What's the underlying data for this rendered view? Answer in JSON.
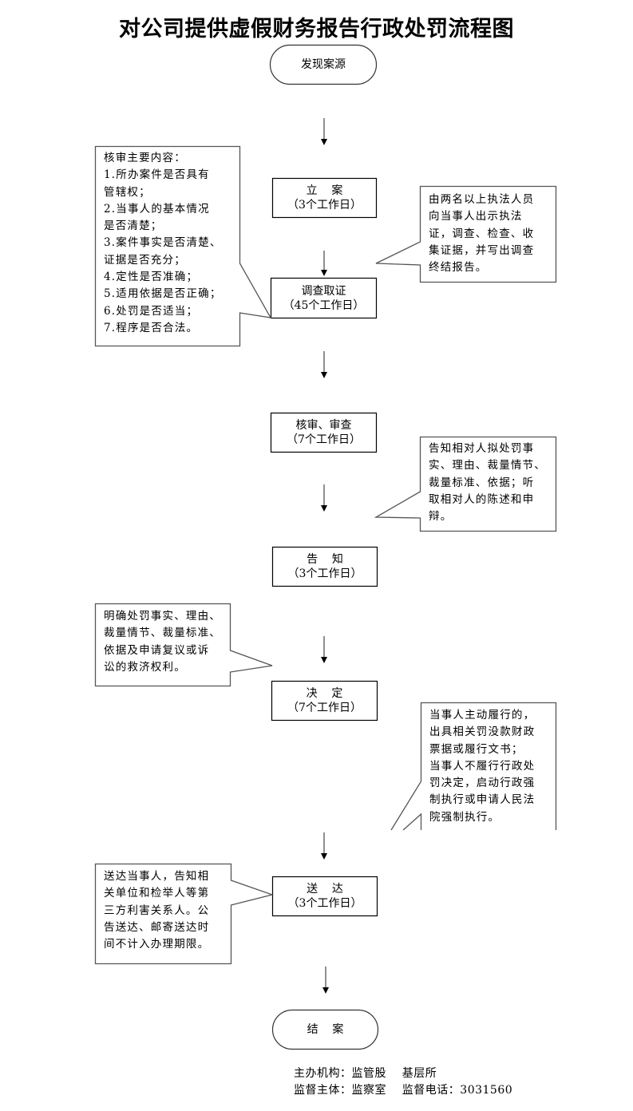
{
  "title": "对公司提供虚假财务报告行政处罚流程图",
  "steps": [
    {
      "id": "start",
      "line1": "发现案源",
      "line2": ""
    },
    {
      "id": "file-case",
      "line1": "立    案",
      "line2": "（3个工作日）"
    },
    {
      "id": "investigate",
      "line1": "调查取证",
      "line2": "（45个工作日）"
    },
    {
      "id": "review",
      "line1": "核审、审查",
      "line2": "（7个工作日）"
    },
    {
      "id": "notify",
      "line1": "告    知",
      "line2": "（3个工作日）"
    },
    {
      "id": "decide",
      "line1": "决    定",
      "line2": "（7个工作日）"
    },
    {
      "id": "deliver",
      "line1": "送    达",
      "line2": "（3个工作日）"
    },
    {
      "id": "close",
      "line1": "结    案",
      "line2": ""
    }
  ],
  "notes": {
    "review_content": [
      "核审主要内容：",
      "1.所办案件是否具有",
      "管辖权；",
      "2.当事人的基本情况",
      "是否清楚；",
      "3.案件事实是否清楚、",
      "证据是否充分；",
      "4.定性是否准确；",
      "5.适用依据是否正确；",
      "6.处罚是否适当；",
      "7.程序是否合法。"
    ],
    "investigation": [
      "由两名以上执法人员",
      "向当事人出示执法",
      "证，调查、检查、收",
      "集证据，并写出调查",
      "终结报告。"
    ],
    "notification": [
      "告知相对人拟处罚事",
      "实、理由、裁量情节、",
      "裁量标准、依据；听",
      "取相对人的陈述和申",
      "辩。"
    ],
    "decision": [
      "明确处罚事实、理由、",
      "裁量情节、裁量标准、",
      "依据及申请复议或诉",
      "讼的救济权利。"
    ],
    "execution": [
      "当事人主动履行的，",
      "出具相关罚没款财政",
      "票据或履行文书；",
      "当事人不履行行政处",
      "罚决定，启动行政强",
      "制执行或申请人民法",
      "院强制执行。"
    ],
    "delivery": [
      "送达当事人，告知相",
      "关单位和检举人等第",
      "三方利害关系人。公",
      "告送达、邮寄送达时",
      "间不计入办理期限。"
    ]
  },
  "footer": {
    "organizer": "主办机构：监管股    基层所",
    "supervisor": "监督主体：监察室    监督电话：3031560"
  }
}
